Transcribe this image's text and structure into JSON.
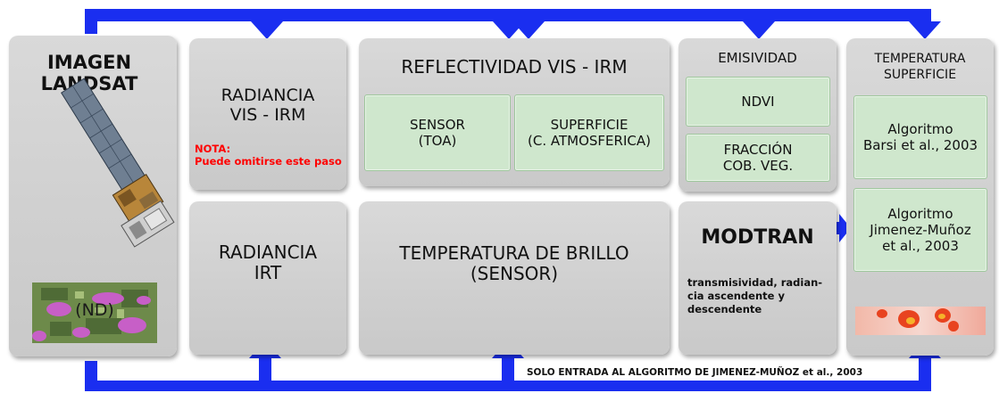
{
  "colors": {
    "arrow": "#1a2ef0",
    "box": "#d3d3d3",
    "green": "#cfe7cd",
    "note": "#ff0000"
  },
  "landsat": {
    "title": "IMAGEN\nLANDSAT 8",
    "nd": "(ND)",
    "satellite_icon": "satellite-icon"
  },
  "radiancia_vis": {
    "title": "RADIANCIA\nVIS - IRM",
    "note": "NOTA:\nPuede omitirse este paso"
  },
  "radiancia_irt": {
    "title": "RADIANCIA\nIRT"
  },
  "reflectividad": {
    "title": "REFLECTIVIDAD VIS - IRM",
    "sensor": "SENSOR\n(TOA)",
    "superficie": "SUPERFICIE\n(C. ATMOSFERICA)"
  },
  "temp_brillo": {
    "title": "TEMPERATURA DE BRILLO\n(SENSOR)"
  },
  "emisividad": {
    "title": "EMISIVIDAD",
    "ndvi": "NDVI",
    "fraccion": "FRACCIÓN\nCOB. VEG."
  },
  "modtran": {
    "title": "MODTRAN",
    "desc": "transmisividad, radian-\ncia ascendente y\ndescendente"
  },
  "temp_superficie": {
    "title": "TEMPERATURA\nSUPERFICIE",
    "alg1": "Algoritmo\nBarsi et al., 2003",
    "alg2": "Algoritmo\nJimenez-Muñoz\net al., 2003"
  },
  "footer_note": "SOLO ENTRADA AL ALGORITMO DE  JIMENEZ-MUÑOZ et al., 2003"
}
